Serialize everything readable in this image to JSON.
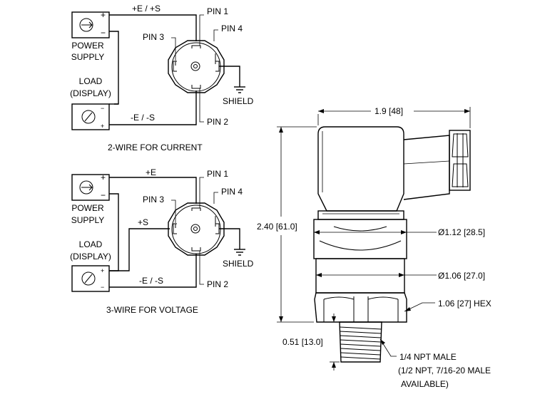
{
  "wiring_2wire": {
    "top_wire": "+E / +S",
    "bottom_wire": "-E / -S",
    "pin1": "PIN 1",
    "pin2": "PIN 2",
    "pin3": "PIN 3",
    "pin4": "PIN 4",
    "shield": "SHIELD",
    "power_supply_line1": "POWER",
    "power_supply_line2": "SUPPLY",
    "load_line1": "LOAD",
    "load_line2": "(DISPLAY)",
    "plus": "+",
    "minus": "−",
    "caption": "2-WIRE FOR CURRENT"
  },
  "wiring_3wire": {
    "top_wire": "+E",
    "signal_wire": "+S",
    "bottom_wire": "-E / -S",
    "pin1": "PIN 1",
    "pin2": "PIN 2",
    "pin3": "PIN 3",
    "pin4": "PIN 4",
    "shield": "SHIELD",
    "power_supply_line1": "POWER",
    "power_supply_line2": "SUPPLY",
    "load_line1": "LOAD",
    "load_line2": "(DISPLAY)",
    "plus": "+",
    "minus": "−",
    "caption": "3-WIRE FOR VOLTAGE"
  },
  "dimensions": {
    "width": "1.9 [48]",
    "height": "2.40 [61.0]",
    "dia_upper": "Ø1.12 [28.5]",
    "dia_lower": "Ø1.06 [27.0]",
    "hex": "1.06 [27] HEX",
    "thread_len": "0.51 [13.0]",
    "thread_line1": "1/4 NPT MALE",
    "thread_line2": "(1/2 NPT, 7/16-20 MALE",
    "thread_line3": "AVAILABLE)"
  }
}
